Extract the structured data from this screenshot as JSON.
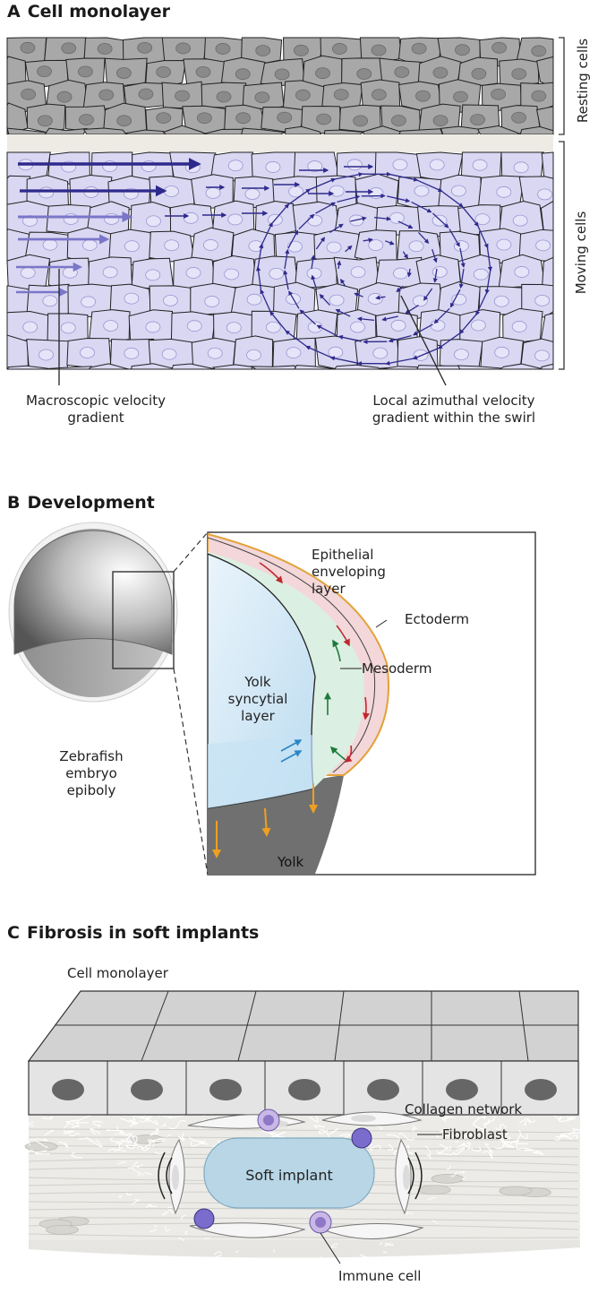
{
  "panel_a": {
    "letter": "A",
    "title": "Cell monolayer",
    "bracket_top": "Resting cells",
    "bracket_bottom": "Moving cells",
    "callout_left": [
      "Macroscopic velocity",
      "gradient"
    ],
    "callout_right": [
      "Local azimuthal velocity",
      "gradient within the swirl"
    ]
  },
  "panel_b": {
    "letter": "B",
    "title": "Development",
    "embryo_caption": [
      "Zebrafish",
      "embryo",
      "epiboly"
    ],
    "labels": {
      "evl": [
        "Epithelial",
        "enveloping",
        "layer"
      ],
      "ectoderm": "Ectoderm",
      "mesoderm": "Mesoderm",
      "ysl": [
        "Yolk",
        "syncytial",
        "layer"
      ],
      "yolk": "Yolk"
    }
  },
  "panel_c": {
    "letter": "C",
    "title": "Fibrosis in soft implants",
    "labels": {
      "monolayer": "Cell monolayer",
      "collagen": "Collagen network",
      "fibroblast": "Fibroblast",
      "implant": "Soft implant",
      "immune": "Immune cell"
    }
  },
  "colors": {
    "resting_cell": "#a8a8a8",
    "moving_cell": "#d9d7f2",
    "arrow_dark": "#2e2a8c",
    "arrow_light": "#7a76c8",
    "yolk": "#6f6f6f",
    "evl": "#f2d6d8",
    "mesoderm": "#dceee2",
    "ysl": "#cfe6f6",
    "migration_arrow": "#f0a020",
    "implant": "#b8d6e6"
  }
}
